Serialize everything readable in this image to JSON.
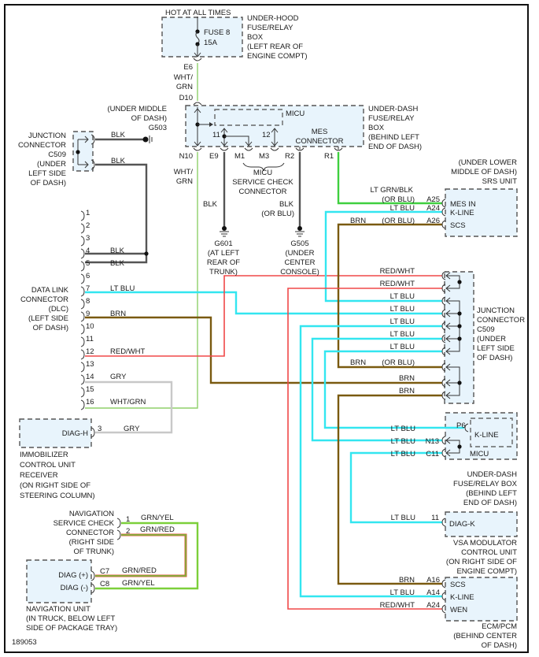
{
  "diagram_id": "189053",
  "colors": {
    "WHT_GRN": "#8fcf6a",
    "BLK": "#555555",
    "LT_BLU": "#33e6f0",
    "BRN": "#7a5a10",
    "RED_WHT": "#f04848",
    "GRY": "#c8c8c8",
    "LT_GRN_BLK": "#3fcf3f",
    "GRN_YEL": "#7ccf3a",
    "GRN_RED": "#b06a2a",
    "box_fill": "#e8f4fc"
  },
  "fuse_box": {
    "hot_label": "HOT AT ALL TIMES",
    "fuse_name": "FUSE 8",
    "fuse_rating": "15A",
    "location": [
      "UNDER-HOOD",
      "FUSE/RELAY",
      "BOX",
      "(LEFT REAR OF",
      "ENGINE COMPT)"
    ],
    "out_pin": "E6"
  },
  "wire_e6_d10": {
    "color_label": [
      "WHT/",
      "GRN"
    ],
    "in_pin": "D10"
  },
  "under_dash_box": {
    "micu_label": "MICU",
    "mes_label": [
      "MES",
      "CONNECTOR"
    ],
    "location": [
      "UNDER-DASH",
      "FUSE/RELAY",
      "BOX",
      "(BEHIND LEFT",
      "END OF DASH)"
    ],
    "internal_pins": [
      "11",
      "12"
    ],
    "pins": [
      "N10",
      "E9",
      "M1",
      "M3",
      "R2",
      "R1"
    ],
    "service_check": [
      "MICU",
      "SERVICE CHECK",
      "CONNECTOR"
    ],
    "n10_wire": [
      "WHT/",
      "GRN"
    ]
  },
  "ground_g503": {
    "location": [
      "(UNDER MIDDLE",
      "OF DASH)"
    ],
    "name": "G503"
  },
  "junction_left": {
    "label": [
      "JUNCTION",
      "CONNECTOR",
      "C509",
      "(UNDER",
      "LEFT SIDE",
      "OF DASH)"
    ],
    "wire1": "BLK",
    "wire2": "BLK"
  },
  "ground_g601": {
    "wire": "BLK",
    "name": "G601",
    "location": [
      "(AT LEFT",
      "REAR OF",
      "TRUNK)"
    ]
  },
  "ground_g505": {
    "wire": [
      "BLK",
      "(OR BLU)"
    ],
    "name": "G505",
    "location": [
      "(UNDER",
      "CENTER",
      "CONSOLE)"
    ]
  },
  "srs_unit": {
    "location": [
      "(UNDER LOWER",
      "MIDDLE OF DASH)",
      "SRS UNIT"
    ],
    "rows": [
      {
        "pin": "A25",
        "signal": "MES IN",
        "wire": "LT GRN/BLK",
        "wire2": "(OR BLU)"
      },
      {
        "pin": "A24",
        "signal": "K-LINE",
        "wire": "LT BLU",
        "wire2": ""
      },
      {
        "pin": "A26",
        "signal": "SCS",
        "wire": "BRN",
        "wire2": "(OR BLU)"
      }
    ]
  },
  "dlc": {
    "label": [
      "DATA LINK",
      "CONNECTOR",
      "(DLC)",
      "(LEFT SIDE",
      "OF DASH)"
    ],
    "pins": [
      {
        "num": "1",
        "wire": ""
      },
      {
        "num": "2",
        "wire": ""
      },
      {
        "num": "3",
        "wire": ""
      },
      {
        "num": "4",
        "wire": "BLK"
      },
      {
        "num": "5",
        "wire": "BLK"
      },
      {
        "num": "6",
        "wire": ""
      },
      {
        "num": "7",
        "wire": "LT BLU"
      },
      {
        "num": "8",
        "wire": ""
      },
      {
        "num": "9",
        "wire": "BRN"
      },
      {
        "num": "10",
        "wire": ""
      },
      {
        "num": "11",
        "wire": ""
      },
      {
        "num": "12",
        "wire": "RED/WHT"
      },
      {
        "num": "13",
        "wire": ""
      },
      {
        "num": "14",
        "wire": "GRY"
      },
      {
        "num": "15",
        "wire": ""
      },
      {
        "num": "16",
        "wire": "WHT/GRN"
      }
    ]
  },
  "junction_right": {
    "label": [
      "JUNCTION",
      "CONNECTOR",
      "C509",
      "(UNDER",
      "LEFT SIDE",
      "OF DASH)"
    ],
    "rows": [
      {
        "wire": "RED/WHT",
        "extra": ""
      },
      {
        "wire": "RED/WHT",
        "extra": ""
      },
      {
        "wire": "LT BLU",
        "extra": ""
      },
      {
        "wire": "LT BLU",
        "extra": ""
      },
      {
        "wire": "LT BLU",
        "extra": ""
      },
      {
        "wire": "LT BLU",
        "extra": ""
      },
      {
        "wire": "LT BLU",
        "extra": ""
      },
      {
        "wire": "(OR BLU)",
        "extra": "BRN"
      },
      {
        "wire": "BRN",
        "extra": ""
      },
      {
        "wire": "BRN",
        "extra": ""
      }
    ]
  },
  "immobilizer": {
    "signal": "DIAG-H",
    "pin": "3",
    "wire": "GRY",
    "label": [
      "IMMOBILIZER",
      "CONTROL UNIT",
      "RECEIVER",
      "(ON RIGHT SIDE OF",
      "STEERING COLUMN)"
    ]
  },
  "micu_box": {
    "k_line": "K-LINE",
    "micu": "MICU",
    "pins": [
      {
        "pin": "P6",
        "wire": "LT BLU"
      },
      {
        "pin": "N13",
        "wire": "LT BLU"
      },
      {
        "pin": "C11",
        "wire": "LT BLU"
      }
    ],
    "location": [
      "UNDER-DASH",
      "FUSE/RELAY BOX",
      "(BEHIND LEFT",
      "END OF DASH)"
    ]
  },
  "vsa": {
    "signal": "DIAG-K",
    "pin": "11",
    "wire": "LT BLU",
    "label": [
      "VSA MODULATOR",
      "CONTROL UNIT",
      "(ON RIGHT SIDE OF",
      "ENGINE COMPT)"
    ]
  },
  "nav_check": {
    "label": [
      "NAVIGATION",
      "SERVICE CHECK",
      "CONNECTOR",
      "(RIGHT SIDE",
      "OF TRUNK)"
    ],
    "pins": [
      {
        "num": "1",
        "wire": "GRN/YEL"
      },
      {
        "num": "2",
        "wire": "GRN/RED"
      }
    ]
  },
  "nav_unit": {
    "rows": [
      {
        "signal": "DIAG (+)",
        "pin": "C7",
        "wire": "GRN/RED"
      },
      {
        "signal": "DIAG (-)",
        "pin": "C8",
        "wire": "GRN/YEL"
      }
    ],
    "label": [
      "NAVIGATION UNIT",
      "(IN TRUCK, BELOW LEFT",
      "SIDE OF PACKAGE TRAY)"
    ]
  },
  "ecm": {
    "rows": [
      {
        "pin": "A16",
        "signal": "SCS",
        "wire": "BRN"
      },
      {
        "pin": "A14",
        "signal": "K-LINE",
        "wire": "LT BLU"
      },
      {
        "pin": "A24",
        "signal": "WEN",
        "wire": "RED/WHT"
      }
    ],
    "label": [
      "ECM/PCM",
      "(BEHIND CENTER",
      "OF DASH)"
    ]
  }
}
